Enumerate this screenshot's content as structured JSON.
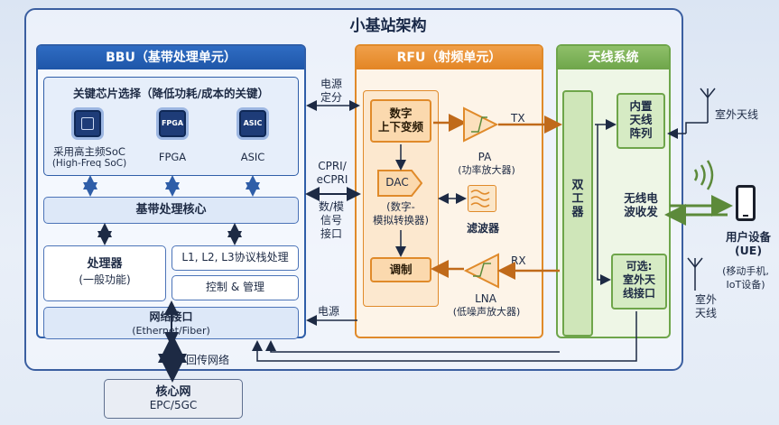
{
  "title": "小基站架构",
  "bbu": {
    "header": "BBU（基带处理单元）",
    "chip_section_title": "关键芯片选择（降低功耗/成本的关键）",
    "chips": [
      {
        "icon": "soc-chip-icon",
        "label": "采用高主频SoC",
        "sub": "(High-Freq SoC)"
      },
      {
        "icon": "fpga-chip-icon",
        "chip_text": "FPGA",
        "label": "FPGA"
      },
      {
        "icon": "asic-chip-icon",
        "chip_text": "ASIC",
        "label": "ASIC"
      }
    ],
    "baseband_core": "基带处理核心",
    "processor": {
      "label": "处理器",
      "sub": "(一般功能)"
    },
    "protocol": "L1, L2, L3协议栈处理",
    "control": "控制 & 管理",
    "network": {
      "label": "网络接口",
      "sub": "(Ethernet/Fiber)"
    }
  },
  "links": {
    "power_positioning": [
      "电源",
      "定分"
    ],
    "cpri": [
      "CPRI/",
      "eCPRI"
    ],
    "digital_analog": [
      "数/模",
      "信号",
      "接口"
    ],
    "power": "电源",
    "backhaul": "回传网络"
  },
  "rfu": {
    "header": "RFU（射频单元）",
    "converter": [
      "数字",
      "上下变频"
    ],
    "dac": "DAC",
    "dac_sub": [
      "(数字-",
      "模拟转换器)"
    ],
    "modulation": "调制",
    "tx": "TX",
    "pa": "PA",
    "pa_sub": "(功率放大器)",
    "filter": "滤波器",
    "rx": "RX",
    "lna": "LNA",
    "lna_sub": "(低噪声放大器)"
  },
  "antenna": {
    "header": "天线系统",
    "duplexer": [
      "双",
      "工",
      "器"
    ],
    "builtin": [
      "内置",
      "天线",
      "阵列"
    ],
    "wireless": [
      "无线电",
      "波收发"
    ],
    "optional": [
      "可选:",
      "室外天",
      "线接口"
    ],
    "outdoor_top": "室外天线",
    "outdoor_bottom": [
      "室外",
      "天线"
    ]
  },
  "ue": {
    "label": [
      "用户设备",
      "(UE)"
    ],
    "sub": [
      "(移动手机,",
      "IoT设备)"
    ]
  },
  "core": {
    "label": "核心网",
    "sub": "EPC/5GC"
  },
  "colors": {
    "bbu": "#2f6cc3",
    "rfu": "#e38524",
    "antenna": "#6ea54a",
    "tx_line": "#c06a1a",
    "rx_line": "#5c8a3a"
  }
}
